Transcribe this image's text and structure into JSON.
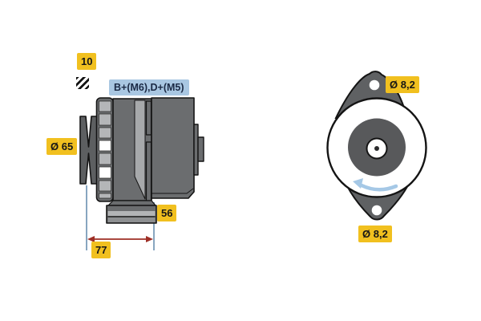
{
  "diagram": {
    "kind": "alternator-dimensional-drawing",
    "views": [
      "side-view",
      "rear-view"
    ]
  },
  "side_view": {
    "belt_width_label": "10",
    "belt_hatch_icon": "diagonal-hatch-icon",
    "terminals_label": "B+(M6),D+(M5)",
    "pulley_diameter_label": "Ø 65",
    "foot_width_label": "56",
    "mounting_length_label": "77"
  },
  "rear_view": {
    "top_hole_label": "Ø 8,2",
    "bottom_hole_label": "Ø 8,2",
    "rotation_icon": "counterclockwise-arrow-icon"
  },
  "colors": {
    "label_bg": "#f1c01f",
    "label_text": "#161616",
    "terminal_label_bg": "#a9c7e2",
    "terminal_label_text": "#1b2a45",
    "body_gray": "#6b6d6f",
    "dark_gray": "#5d5f61",
    "light_gray": "#b4b6b8",
    "outline": "#141414",
    "dimension_line_blue": "#6a8fb0",
    "dimension_arrow_red": "#9e2f26",
    "rotation_arrow_blue": "#a5c8e6"
  }
}
